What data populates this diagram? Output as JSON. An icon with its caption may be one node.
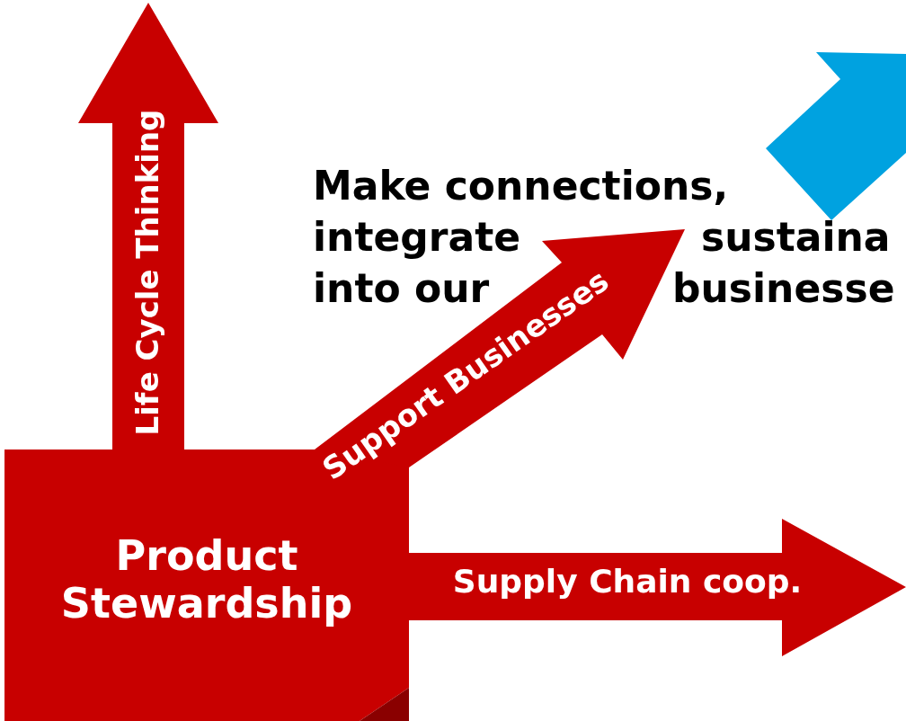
{
  "diagram": {
    "nodes": [
      {
        "text": [
          "Product Stewardship"
        ]
      },
      {
        "text": [
          "Life Cycle Thinking"
        ]
      },
      {
        "text": [
          "Support  Businesses"
        ]
      },
      {
        "text": [
          "Supply Chain coop."
        ]
      },
      {
        "text": [],
        "shape": "arrow"
      }
    ],
    "labels": [
      "Make connections,",
      "integrate",
      "sustaina",
      "into our",
      "businesse"
    ]
  }
}
